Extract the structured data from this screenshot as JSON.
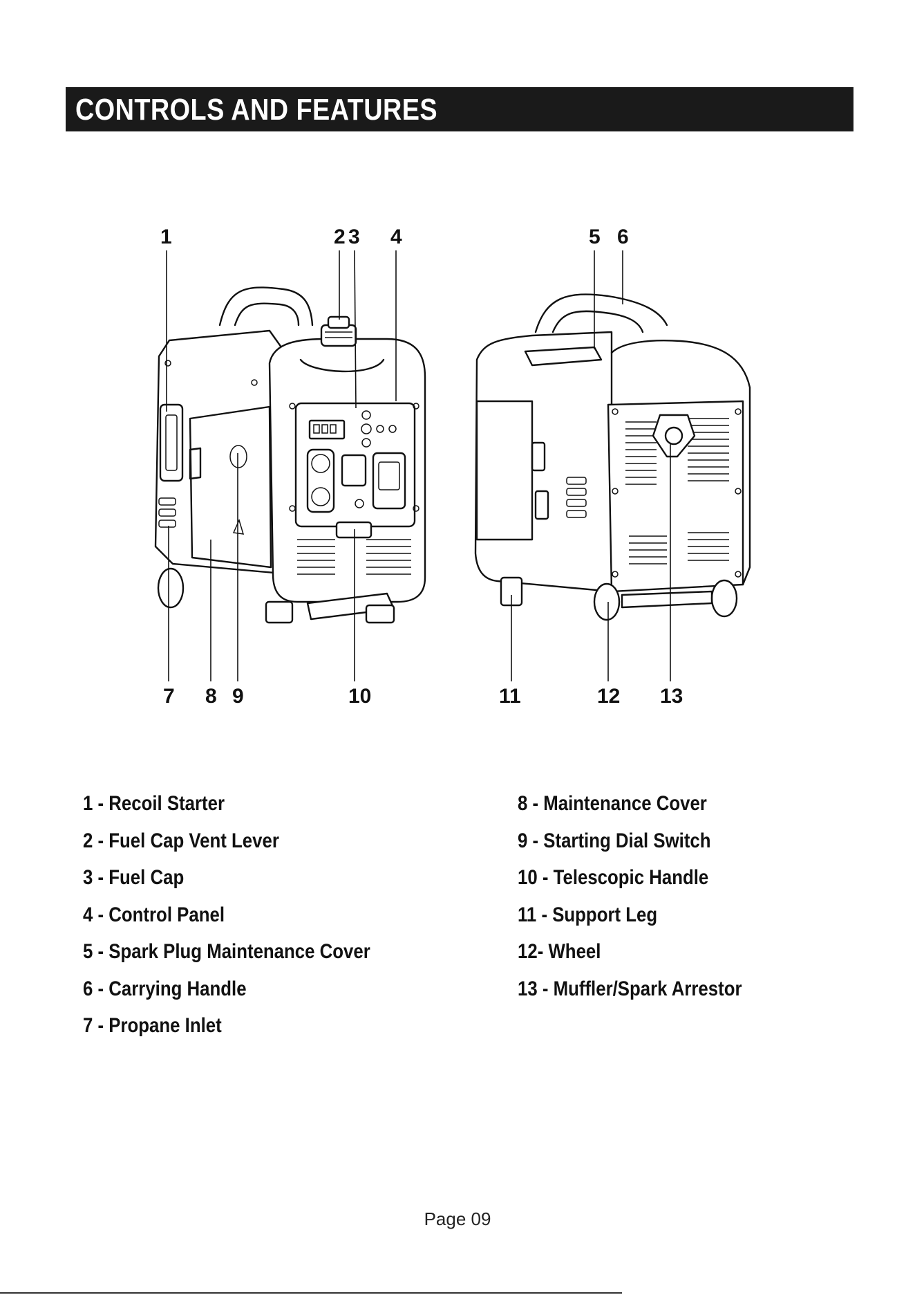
{
  "header": {
    "title": "CONTROLS AND FEATURES"
  },
  "figure": {
    "callouts_top": [
      "1",
      "2",
      "3",
      "4",
      "5",
      "6"
    ],
    "callouts_bottom": [
      "7",
      "8",
      "9",
      "10",
      "11",
      "12",
      "13"
    ]
  },
  "legend": {
    "left": [
      "1 - Recoil Starter",
      "2 - Fuel Cap Vent Lever",
      "3 - Fuel Cap",
      "4 - Control Panel",
      "5 - Spark Plug Maintenance Cover",
      "6 - Carrying Handle",
      "7 - Propane Inlet"
    ],
    "right": [
      "8 - Maintenance Cover",
      "9 - Starting Dial Switch",
      "10 - Telescopic Handle",
      "11 - Support Leg",
      "12- Wheel",
      "13 - Muffler/Spark Arrestor"
    ]
  },
  "footer": {
    "page": "Page 09"
  }
}
